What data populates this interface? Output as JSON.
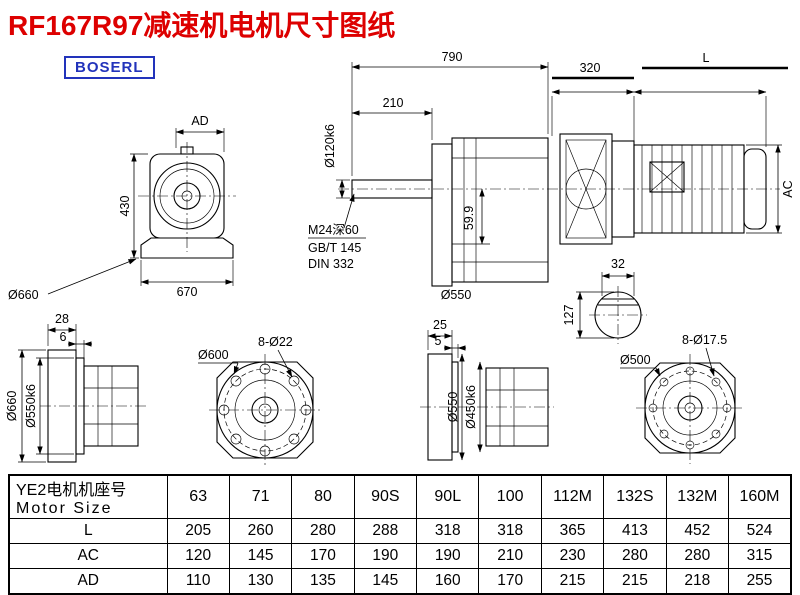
{
  "page": {
    "title": "RF167R97减速机电机尺寸图纸",
    "brand": "BOSERL"
  },
  "drawing": {
    "front": {
      "ad": "AD",
      "h": "430",
      "w": "670",
      "dia": "Ø660"
    },
    "side": {
      "len": "790",
      "shaft_len": "210",
      "shaft_dia": "Ø120k6",
      "tap": "M24深60",
      "std1": "GB/T 145",
      "std2": "DIN 332",
      "key": "59.9",
      "flange_dia": "Ø550"
    },
    "motor": {
      "adapter_len": "320",
      "len": "L",
      "ac": "AC",
      "key_w": "32",
      "shaft_h": "127"
    },
    "b1": {
      "t1": "28",
      "t2": "6",
      "dia1": "Ø660",
      "dia2": "Ø550k6"
    },
    "b2": {
      "dia": "Ø600",
      "holes": "8-Ø22"
    },
    "b3": {
      "t1": "25",
      "t2": "5",
      "dia1": "Ø550",
      "dia2": "Ø450k6"
    },
    "b4": {
      "dia": "Ø500",
      "holes": "8-Ø17.5"
    }
  },
  "table": {
    "row_header_line1": "YE2电机机座号",
    "row_header_line2": "Motor Size",
    "columns": [
      "63",
      "71",
      "80",
      "90S",
      "90L",
      "100",
      "112M",
      "132S",
      "132M",
      "160M"
    ],
    "rows": [
      {
        "label": "L",
        "values": [
          "205",
          "260",
          "280",
          "288",
          "318",
          "318",
          "365",
          "413",
          "452",
          "524"
        ]
      },
      {
        "label": "AC",
        "values": [
          "120",
          "145",
          "170",
          "190",
          "190",
          "210",
          "230",
          "280",
          "280",
          "315"
        ]
      },
      {
        "label": "AD",
        "values": [
          "110",
          "130",
          "135",
          "145",
          "160",
          "170",
          "215",
          "215",
          "218",
          "255"
        ]
      }
    ]
  }
}
